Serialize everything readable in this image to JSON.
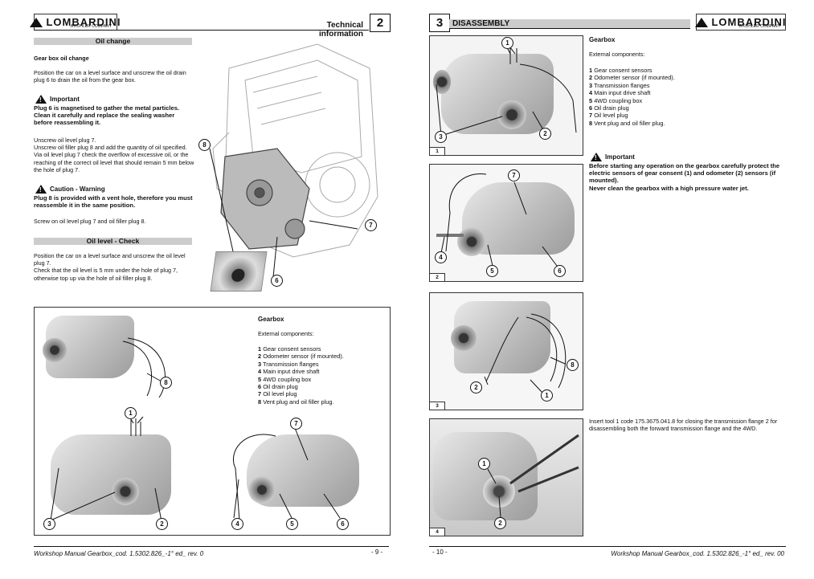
{
  "left": {
    "brand": "LOMBARDINI",
    "brand_sub": "A KOHLER COMPANY",
    "header_title": "Technical information",
    "section_number": "2",
    "oil_change_bar": "Oil change",
    "oil_change_heading": "Gear box oil change",
    "oil_change_text": "Position the car on a level surface and unscrew the oil drain plug 6 to drain the oil from the gear box.",
    "important_label": "Important",
    "important_text": "Plug 6 is magnetised to gather the metal particles. Clean it carefully and replace the sealing washer before reassembling it.",
    "unscrew_lines": [
      "Unscrew oil level plug 7.",
      "Unscrew oil filler plug 8 and add the quantity of oil specified.",
      "Via oil level plug 7 check the overflow of excessive oil, or the reaching of the correct oil level that should remain 5 mm below the hole of plug 7."
    ],
    "caution_label": "Caution - Warning",
    "caution_text": "Plug 8 is provided with a vent hole, therefore you must reassemble it in the same position.",
    "screw_text": "Screw on oil level plug 7 and oil filler plug 8.",
    "oil_level_bar": "Oil level - Check",
    "oil_level_lines": [
      "Position the car on a level surface and unscrew the oil level plug 7.",
      "Check that the oil level is 5 mm under the hole of plug 7, otherwise top up via the hole of oil filler plug 8."
    ],
    "engine_callouts": [
      "8",
      "7",
      "6"
    ],
    "gearbox_box": {
      "title": "Gearbox",
      "subtitle": "External components:",
      "items": [
        {
          "num": "1",
          "text": "Gear consent sensors"
        },
        {
          "num": "2",
          "text": "Odometer sensor  (if mounted)."
        },
        {
          "num": "3",
          "text": "Transmission flanges"
        },
        {
          "num": "4",
          "text": "Main input drive shaft"
        },
        {
          "num": "5",
          "text": "4WD coupling box"
        },
        {
          "num": "6",
          "text": "Oil drain plug"
        },
        {
          "num": "7",
          "text": "Oil level plug"
        },
        {
          "num": "8",
          "text": "Vent plug and oil filler plug."
        }
      ],
      "callouts": [
        "8",
        "1",
        "3",
        "2",
        "7",
        "4",
        "5",
        "6"
      ]
    },
    "footer_manual": "Workshop Manual Gearbox_cod. 1.5302.826_-1° ed_ rev. 0",
    "footer_page": "- 9 -"
  },
  "right": {
    "section_number": "3",
    "header_title": "DISASSEMBLY",
    "brand": "LOMBARDINI",
    "brand_sub": "A KOHLER COMPANY",
    "gearbox_title": "Gearbox",
    "gearbox_subtitle": "External components:",
    "items": [
      {
        "num": "1",
        "text": "Gear consent sensors"
      },
      {
        "num": "2",
        "text": "Odometer sensor  (if mounted)."
      },
      {
        "num": "3",
        "text": "Transmission flanges"
      },
      {
        "num": "4",
        "text": "Main input drive shaft"
      },
      {
        "num": "5",
        "text": "4WD coupling box"
      },
      {
        "num": "6",
        "text": "Oil drain plug"
      },
      {
        "num": "7",
        "text": "Oil level plug"
      },
      {
        "num": "8",
        "text": "Vent plug and oil filler plug."
      }
    ],
    "important_label": "Important",
    "important_text": "Before starting any operation on the gearbox carefully protect the electric sensors of gear consent (1) and odometer (2) sensors (if mounted).",
    "never_text": "Never clean the gearbox with a high pressure water jet.",
    "insert_text": "Insert tool 1 code 175.3675.041.8 for closing the transmission flange 2 for disassembling both the forward transmission flange and the 4WD.",
    "figures": [
      {
        "label": "1",
        "callouts": [
          "1",
          "3",
          "2"
        ]
      },
      {
        "label": "2",
        "callouts": [
          "7",
          "4",
          "5",
          "6"
        ]
      },
      {
        "label": "3",
        "callouts": [
          "8",
          "2",
          "1"
        ]
      },
      {
        "label": "4",
        "callouts": [
          "1",
          "2"
        ]
      }
    ],
    "footer_page": "- 10 -",
    "footer_manual": "Workshop Manual Gearbox_cod. 1.5302.826_-1° ed_ rev. 00"
  }
}
